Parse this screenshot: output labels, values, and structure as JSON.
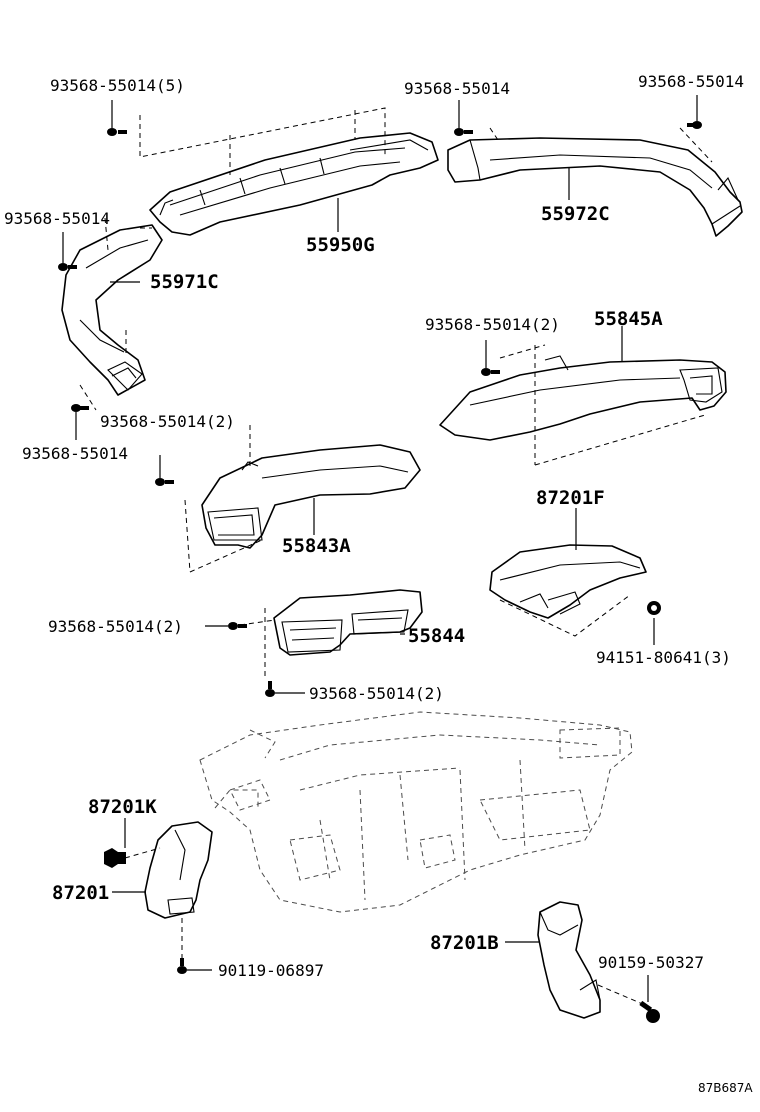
{
  "labels": {
    "screw_top_left": "93568-55014(5)",
    "screw_top_mid": "93568-55014",
    "screw_top_right": "93568-55014",
    "screw_left_upper": "93568-55014",
    "screw_left_lower": "93568-55014",
    "screw_mid_duct": "93568-55014(2)",
    "screw_right_duct": "93568-55014(2)",
    "screw_center_register": "93568-55014(2)",
    "screw_center_lower": "93568-55014(2)",
    "duct_center": "55950G",
    "duct_right_upper": "55972C",
    "duct_left_upper": "55971C",
    "duct_right_lower": "55845A",
    "duct_left_lower": "55843A",
    "register_center": "55844",
    "foot_duct_right_top": "87201F",
    "nut_right": "94151-80641(3)",
    "clip_left": "87201K",
    "foot_duct_left": "87201",
    "screw_left_foot": "90119-06897",
    "foot_duct_right": "87201B",
    "screw_right_foot": "90159-50327"
  },
  "figure_ref": "87B687A"
}
